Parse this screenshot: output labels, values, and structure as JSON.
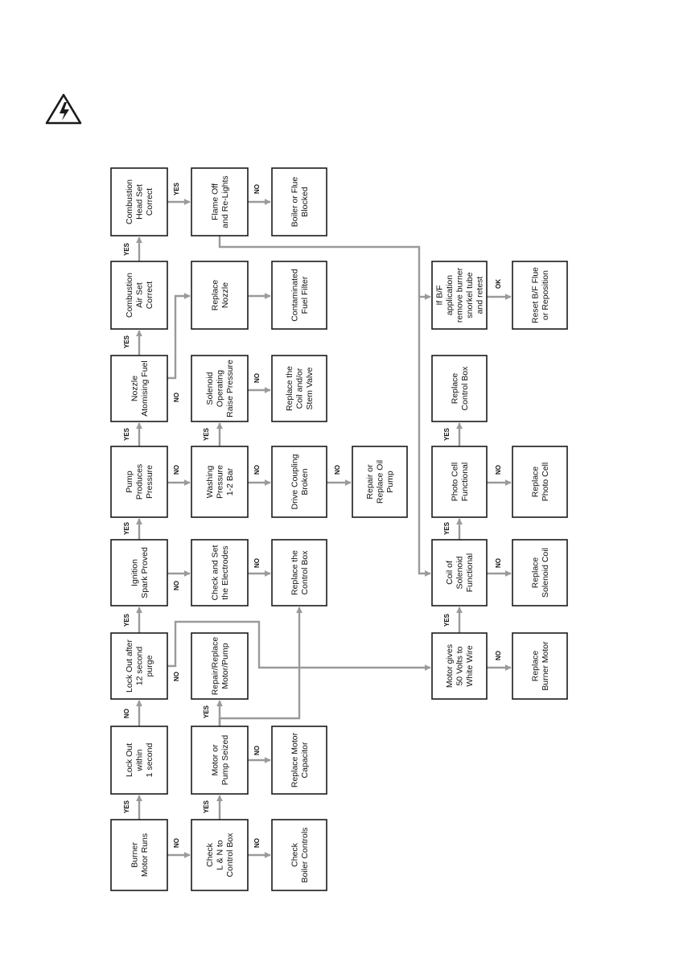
{
  "warning_icon": "high-voltage-warning-icon",
  "colors": {
    "box_border": "#1a1a1a",
    "connector": "#9a9a9a",
    "text": "#111111"
  },
  "boxes": {
    "burner_motor_runs": [
      "Burner",
      "Motor Runs"
    ],
    "lock_out_1s": [
      "Lock Out",
      "within",
      "1 second"
    ],
    "lock_out_12s": [
      "Lock Out after",
      "12 second",
      "purge"
    ],
    "ignition_spark": [
      "Ignition",
      "Spark Proved"
    ],
    "pump_pressure": [
      "Pump",
      "Produces",
      "Pressure"
    ],
    "nozzle_atomising": [
      "Nozzle",
      "Atomising Fuel"
    ],
    "comb_air": [
      "Combustion",
      "Air Set",
      "Correct"
    ],
    "comb_head": [
      "Combustion",
      "Head Set",
      "Correct"
    ],
    "check_ln": [
      "Check",
      "L & N to",
      "Control Box"
    ],
    "motor_pump_seized": [
      "Motor or",
      "Pump Seized"
    ],
    "repair_motor_pump": [
      "Repair/Replace",
      "Motor/Pump"
    ],
    "check_electrodes": [
      "Check and Set",
      "the Electrodes"
    ],
    "washing_pressure": [
      "Washing",
      "Pressure",
      "1-2 Bar"
    ],
    "solenoid_operating": [
      "Solenoid",
      "Operating",
      "Raise Pressure"
    ],
    "replace_nozzle": [
      "Replace",
      "Nozzle"
    ],
    "flame_off": [
      "Flame Off",
      "and Re-Lights"
    ],
    "check_boiler_controls": [
      "Check",
      "Boiler Controls"
    ],
    "replace_motor_capacitor": [
      "Replace Motor",
      "Capacitor"
    ],
    "replace_control_box_1": [
      "Replace the",
      "Control Box"
    ],
    "drive_coupling": [
      "Drive Coupling",
      "Broken"
    ],
    "replace_coil": [
      "Replace the",
      "Coil and/or",
      "Stem Valve"
    ],
    "contaminated_filter": [
      "Contaminated",
      "Fuel Filter"
    ],
    "boiler_flue_blocked": [
      "Boiler or Flue",
      "Blocked"
    ],
    "repair_oil_pump": [
      "Repair or",
      "Replace Oil",
      "Pump"
    ],
    "motor_50v": [
      "Motor gives",
      "50 Volts to",
      "White Wire"
    ],
    "coil_solenoid": [
      "Coil of",
      "Solenoid",
      "Functional"
    ],
    "photo_cell": [
      "Photo Cell",
      "Functional"
    ],
    "replace_control_box_2": [
      "Replace",
      "Control Box"
    ],
    "bf_application": [
      "If B/F",
      "application",
      "remove burner",
      "snorkel tube",
      "and retest"
    ],
    "replace_burner_motor": [
      "Replace",
      "Burner Motor"
    ],
    "replace_solenoid_coil": [
      "Replace",
      "Solenoid Coil"
    ],
    "replace_photo_cell": [
      "Replace",
      "Photo Cell"
    ],
    "reset_bf_flue": [
      "Reset B/F Flue",
      "or Reposition"
    ]
  },
  "labels": {
    "burner_to_lockout_1s": "YES",
    "lockout_1s_to_12s": "NO",
    "lockout_12s_to_ignition": "YES",
    "ignition_to_pump": "YES",
    "pump_to_nozzle": "YES",
    "nozzle_to_comb_air": "YES",
    "comb_air_to_comb_head": "YES",
    "comb_head_to_flame_off": "YES",
    "burner_to_check_ln": "NO",
    "lockout_12s_to_repair": "NO",
    "ignition_to_electrodes": "NO",
    "pump_to_washing": "NO",
    "nozzle_no": "NO",
    "check_ln_to_motor_seized": "YES",
    "motor_seized_to_repair": "YES",
    "washing_to_solenoid": "YES",
    "check_ln_to_boiler_controls": "NO",
    "motor_seized_to_capacitor": "NO",
    "electrodes_to_control_box": "NO",
    "washing_to_drive_coupling": "NO",
    "solenoid_to_replace_coil": "NO",
    "flame_off_to_blocked": "NO",
    "drive_coupling_to_oil_pump": "NO",
    "motor_50v_to_coil": "YES",
    "coil_to_photo_cell": "YES",
    "photo_cell_to_control_box": "YES",
    "motor_50v_to_replace": "NO",
    "coil_to_replace": "NO",
    "photo_cell_to_replace": "NO",
    "bf_to_reset": "OK"
  }
}
